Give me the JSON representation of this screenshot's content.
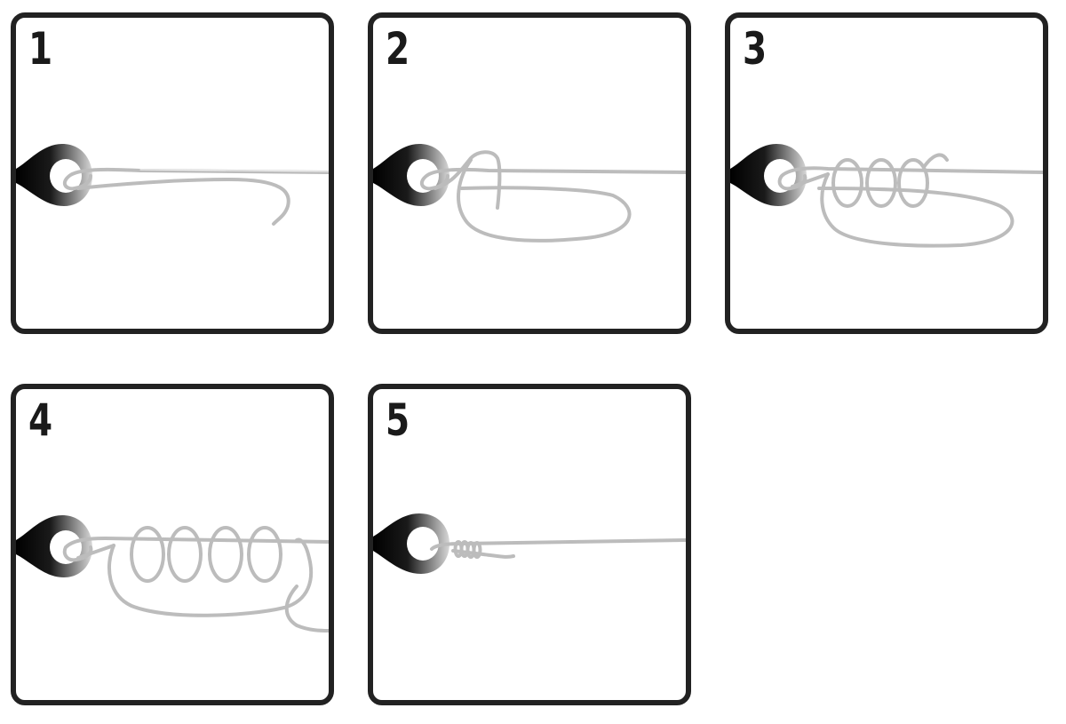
{
  "steps": [
    {
      "number": "1"
    },
    {
      "number": "2"
    },
    {
      "number": "3"
    },
    {
      "number": "4"
    },
    {
      "number": "5"
    }
  ],
  "colors": {
    "frame": "#222222",
    "line": "#bcbcbc",
    "eye_dark": "#111111",
    "eye_light": "#d8d8d8"
  }
}
